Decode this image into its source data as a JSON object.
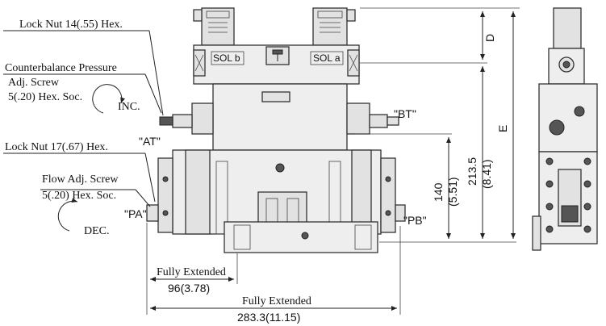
{
  "labels": {
    "lock_nut_14": "Lock Nut 14(.55) Hex.",
    "counterbalance_line1": "Counterbalance Pressure",
    "counterbalance_line2": "Adj. Screw",
    "counterbalance_line3": "5(.20) Hex. Soc.",
    "inc": "INC.",
    "lock_nut_17": "Lock Nut 17(.67) Hex.",
    "flow_line1": "Flow Adj. Screw",
    "flow_line2": "5(.20) Hex. Soc.",
    "dec": "DEC.",
    "port_at": "\"AT\"",
    "port_bt": "\"BT\"",
    "port_pa": "\"PA\"",
    "port_pb": "\"PB\"",
    "sol_b": "SOL b",
    "sol_a": "SOL a"
  },
  "dimensions": {
    "d": "D",
    "e": "E",
    "dim_213_mm": "213.5",
    "dim_213_in": "(8.41)",
    "dim_140_mm": "140",
    "dim_140_in": "(5.51)",
    "fully_extended_1": "Fully Extended",
    "dim_96": "96(3.78)",
    "fully_extended_2": "Fully Extended",
    "dim_283": "283.3(11.15)"
  },
  "colors": {
    "body": "#eeeeee",
    "line": "#222222"
  }
}
